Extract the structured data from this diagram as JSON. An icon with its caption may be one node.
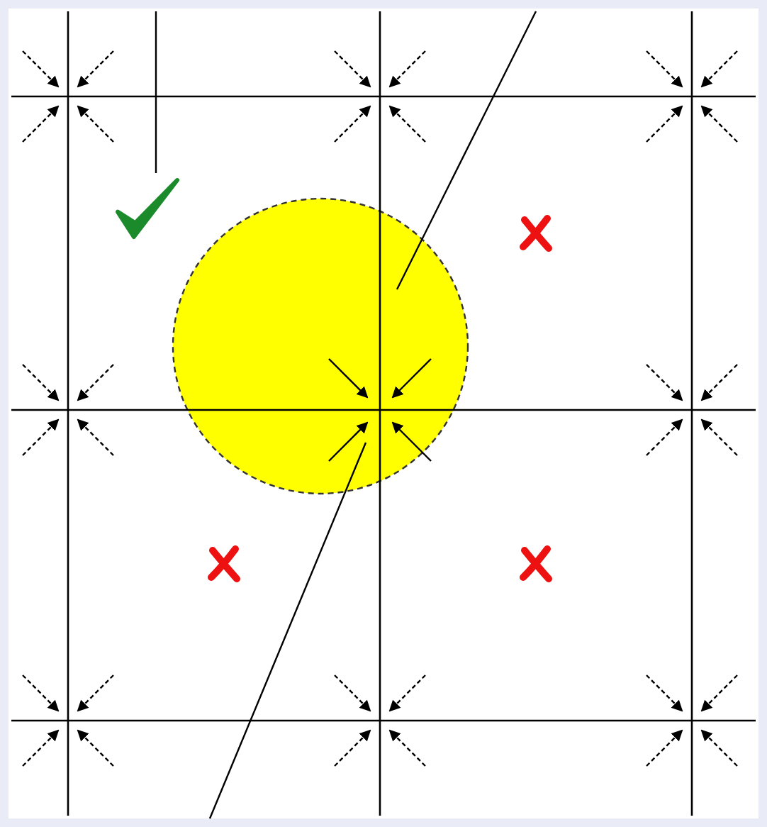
{
  "diagram": {
    "nodes": [
      {
        "text": [],
        "shape": "picture"
      },
      {
        "text": [],
        "shape": "circle"
      }
    ],
    "edges": [
      {
        "from": null,
        "to": 0,
        "arrow": "none"
      },
      {
        "from": null,
        "to": 1,
        "arrow": "none"
      },
      {
        "from": null,
        "to": 1,
        "arrow": "none"
      }
    ]
  }
}
